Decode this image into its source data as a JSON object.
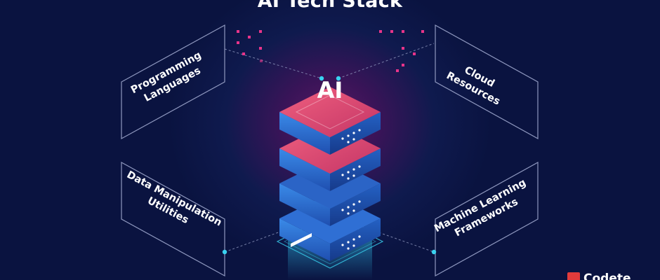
{
  "page": {
    "title": "AI Tech Stack"
  },
  "stack": {
    "top_label": "AI"
  },
  "panels": {
    "programming_languages": [
      "Programming",
      "Languages"
    ],
    "cloud_resources": [
      "Cloud",
      "Resources"
    ],
    "data_manipulation": [
      "Data Manipulation",
      "Utilities"
    ],
    "ml_frameworks": [
      "Machine Learning",
      "Frameworks"
    ]
  },
  "brand": {
    "name": "Codete"
  },
  "colors": {
    "background": "#0a1340",
    "layer_top": "#e24b74",
    "layer_side": "#2a6fd0",
    "accent_cyan": "#39d2f0",
    "accent_pink": "#e8348a"
  }
}
